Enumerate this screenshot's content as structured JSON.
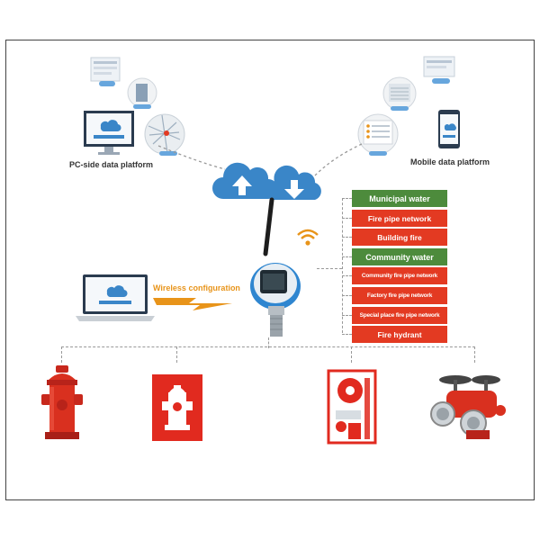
{
  "labels": {
    "pc_platform": "PC-side data platform",
    "mobile_platform": "Mobile data platform",
    "wireless_config": "Wireless configuration"
  },
  "categories": [
    {
      "label": "Municipal water",
      "kind": "group"
    },
    {
      "label": "Fire pipe network",
      "kind": "item"
    },
    {
      "label": "Building fire",
      "kind": "item"
    },
    {
      "label": "Community water",
      "kind": "group"
    },
    {
      "label": "Community fire pipe network",
      "kind": "item"
    },
    {
      "label": "Factory fire pipe network",
      "kind": "item"
    },
    {
      "label": "Special place fire pipe network",
      "kind": "item"
    },
    {
      "label": "Fire hydrant",
      "kind": "item"
    }
  ],
  "colors": {
    "group": "#4d8b3c",
    "item": "#e33a22",
    "cloud": "#3a86c8",
    "wireless": "#e8941a"
  },
  "icons": [
    "cloud-upload-icon",
    "cloud-download-icon",
    "wifi-icon",
    "fire-hydrant-icon",
    "hydrant-sign-icon",
    "hose-reel-cabinet-icon",
    "fire-valve-icon"
  ]
}
